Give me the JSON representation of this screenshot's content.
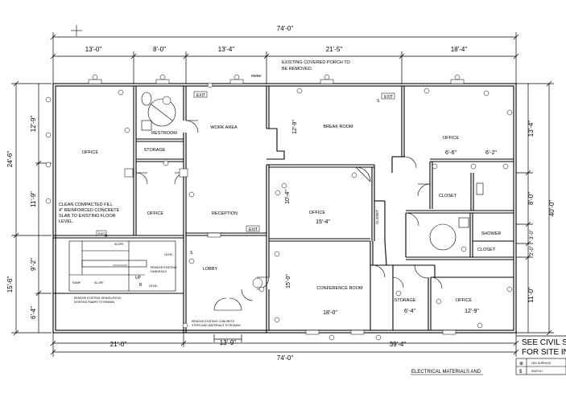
{
  "dimensions": {
    "overall_top": "74'-0\"",
    "overall_bottom": "74'-0\"",
    "top_segments": [
      "13'-0\"",
      "8'-0\"",
      "13'-4\"",
      "21'-5\"",
      "18'-4\""
    ],
    "left_overall": "24'-6\"",
    "left_segments": [
      "12'-9\"",
      "11'-9\""
    ],
    "left_lower_overall": "15'-6\"",
    "left_lower_segments": [
      "9'-2\"",
      "6'-4\""
    ],
    "right_overall": "40'-0\"",
    "right_segments": [
      "13'-4\"",
      "8'-0\"",
      "3'-0\"",
      "2'-0\"",
      "11'-0\""
    ],
    "bottom_segments": [
      "21'-0\"",
      "39'-4\""
    ],
    "entry_width": "13'-9\"",
    "interior": {
      "work_area_depth": "12'-9\"",
      "office_a_depth": "10'-4\"",
      "office_a_width": "15'-4\"",
      "conference_width": "18'-0\"",
      "conference_depth": "15'-0\"",
      "storage_width": "6'-4\"",
      "office_c_width": "12'-9\"",
      "closet_a_width": "6'-6\"",
      "closet_b_width": "6'-2\""
    }
  },
  "rooms": {
    "office_nw": "OFFICE",
    "restroom": "RESTROOM",
    "storage_n": "STORAGE",
    "work_area": "WORK AREA",
    "break_room": "BREAK ROOM",
    "office_ne": "OFFICE",
    "office_w": "OFFICE",
    "reception": "RECEPTION",
    "office_mid": "OFFICE",
    "closet_e": "CLOSET",
    "shower": "SHOWER",
    "closet_s": "CLOSET",
    "closet_v": "CLOSET",
    "lobby": "LOBBY",
    "conference_room": "CONFERENCE ROOM",
    "storage_s": "STORAGE",
    "office_se": "OFFICE"
  },
  "notes": {
    "porch": [
      "EXISTING COVERED PORCH TO",
      "BE REMOVED."
    ],
    "meter": "meter",
    "slab": [
      "CLEAN COMPACTED FILL",
      "4\" REINFORCED CONCRETE",
      "SLAB TO EXISTING FLOOR",
      "LEVEL."
    ],
    "ramp_up": "UP",
    "ramp_level": "LEVEL",
    "ramp_slope": "SLOPE",
    "ramp_label": "RAMP",
    "ramp_small": "SLOPE",
    "exit": "EXIT",
    "site_line1": "SEE CIVIL S",
    "site_line2": "FOR SITE IN",
    "legend_led": "LED SURFACE",
    "legend_switch": "SWITCH",
    "electrical_title": "ELECTRICAL MATERIALS AND",
    "tiny_ramp": [
      "REMOVE EXISTING GRAVEL/ROCK",
      "EXISTING RAMPS TO REMAIN"
    ],
    "tiny_handrail": [
      "REMOVE EXISTING",
      "HANDRAILS"
    ],
    "tiny_entry": [
      "REMOVE EXISTING CONCRETE",
      "STEPS AND MATERIALS TO REMAIN"
    ]
  },
  "symbols": {
    "legend_led_symbol": "⊕",
    "legend_switch_symbol": "$",
    "receptacle_label": "A",
    "receptacle_label_alt": "B",
    "switch_label": "S"
  }
}
